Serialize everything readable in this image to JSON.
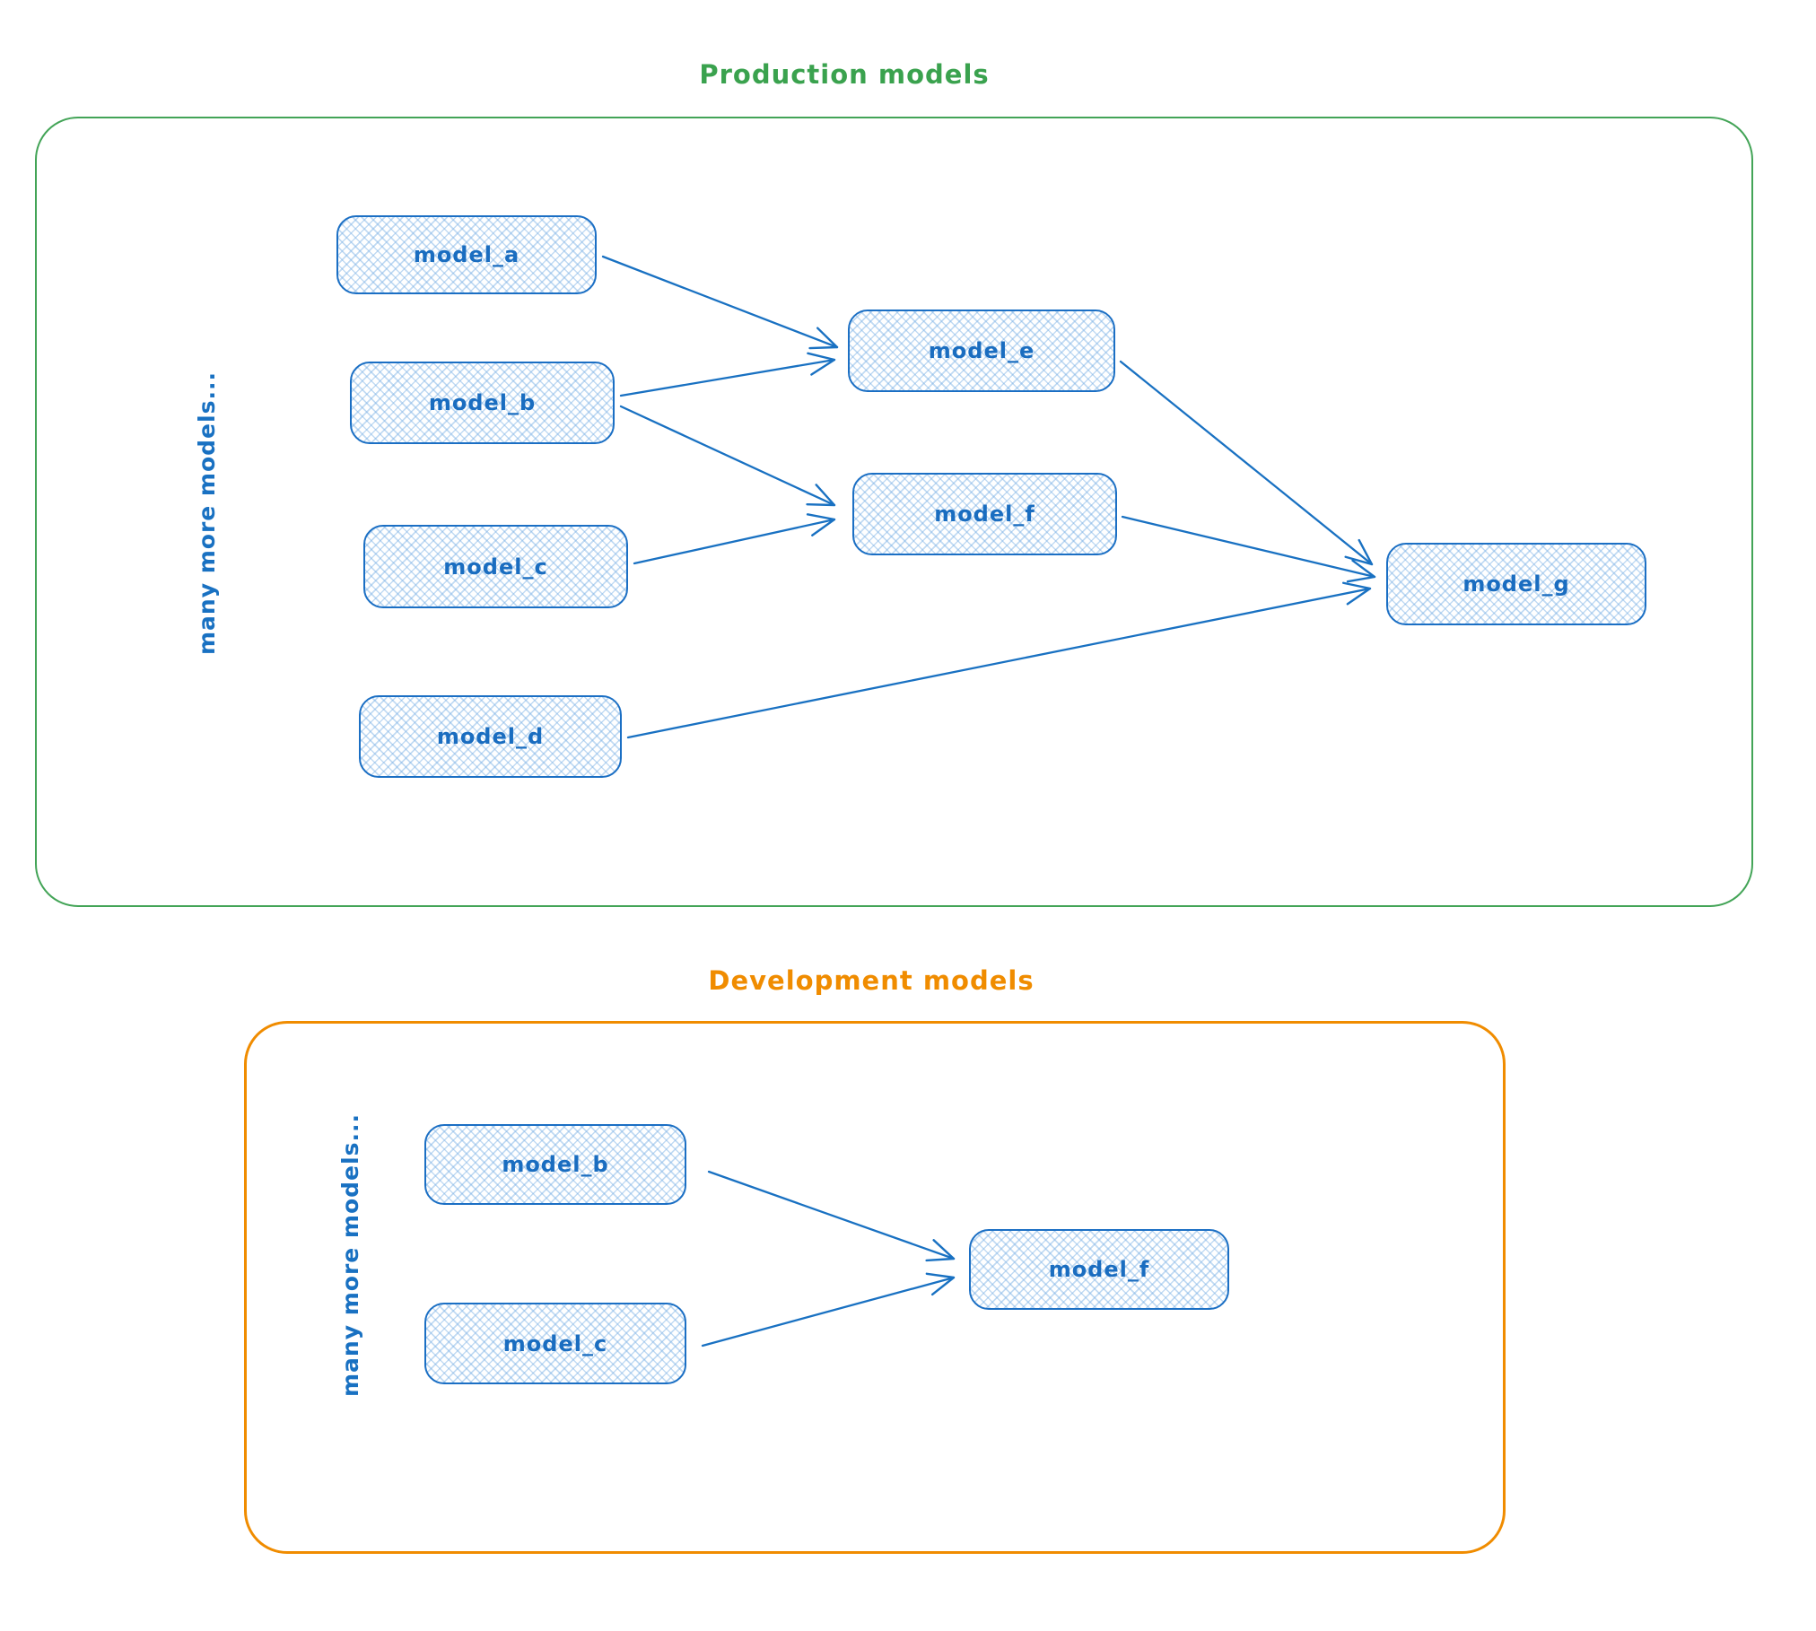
{
  "colors": {
    "production_green": "#3aa24e",
    "development_orange": "#f08c00",
    "node_stroke_blue": "#1971c2",
    "node_fill_blue": "#d7e8f9"
  },
  "production": {
    "title": "Production models",
    "side_label": "many more models...",
    "nodes": [
      {
        "id": "model_a",
        "label": "model_a"
      },
      {
        "id": "model_b",
        "label": "model_b"
      },
      {
        "id": "model_c",
        "label": "model_c"
      },
      {
        "id": "model_d",
        "label": "model_d"
      },
      {
        "id": "model_e",
        "label": "model_e"
      },
      {
        "id": "model_f",
        "label": "model_f"
      },
      {
        "id": "model_g",
        "label": "model_g"
      }
    ],
    "edges": [
      {
        "from": "model_a",
        "to": "model_e"
      },
      {
        "from": "model_b",
        "to": "model_e"
      },
      {
        "from": "model_b",
        "to": "model_f"
      },
      {
        "from": "model_c",
        "to": "model_f"
      },
      {
        "from": "model_e",
        "to": "model_g"
      },
      {
        "from": "model_f",
        "to": "model_g"
      },
      {
        "from": "model_d",
        "to": "model_g"
      }
    ]
  },
  "development": {
    "title": "Development models",
    "side_label": "many more models...",
    "nodes": [
      {
        "id": "model_b",
        "label": "model_b"
      },
      {
        "id": "model_c",
        "label": "model_c"
      },
      {
        "id": "model_f",
        "label": "model_f"
      }
    ],
    "edges": [
      {
        "from": "model_b",
        "to": "model_f"
      },
      {
        "from": "model_c",
        "to": "model_f"
      }
    ]
  }
}
